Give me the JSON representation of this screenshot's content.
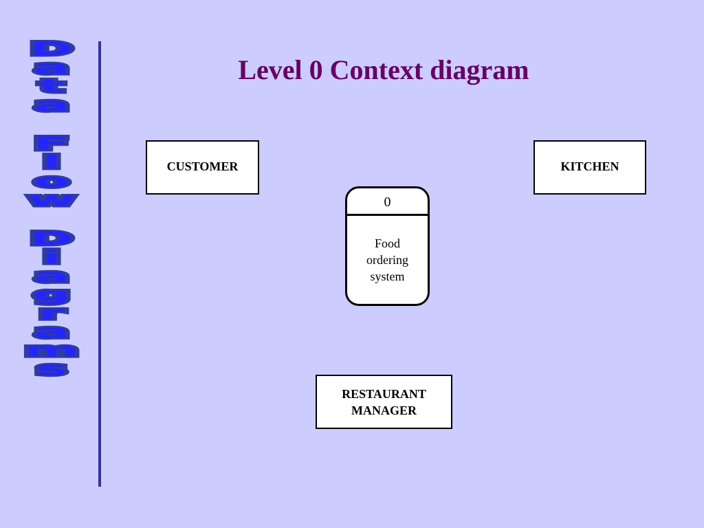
{
  "side_title": {
    "words": [
      [
        "D",
        "a",
        "t",
        "a"
      ],
      [
        "F",
        "l",
        "o",
        "w"
      ],
      [
        "D",
        "i",
        "a",
        "g",
        "r",
        "a",
        "m",
        "s"
      ]
    ]
  },
  "title": "Level 0 Context diagram",
  "entities": {
    "customer": "CUSTOMER",
    "kitchen": "KITCHEN",
    "manager": [
      "RESTAURANT",
      "MANAGER"
    ]
  },
  "process": {
    "id": "0",
    "name": [
      "Food",
      "ordering",
      "system"
    ]
  },
  "colors": {
    "background": "#ccccff",
    "title": "#660066",
    "side_letters": "#2424ff",
    "side_letter_outline": "#303ca0",
    "divider": "#333399"
  }
}
